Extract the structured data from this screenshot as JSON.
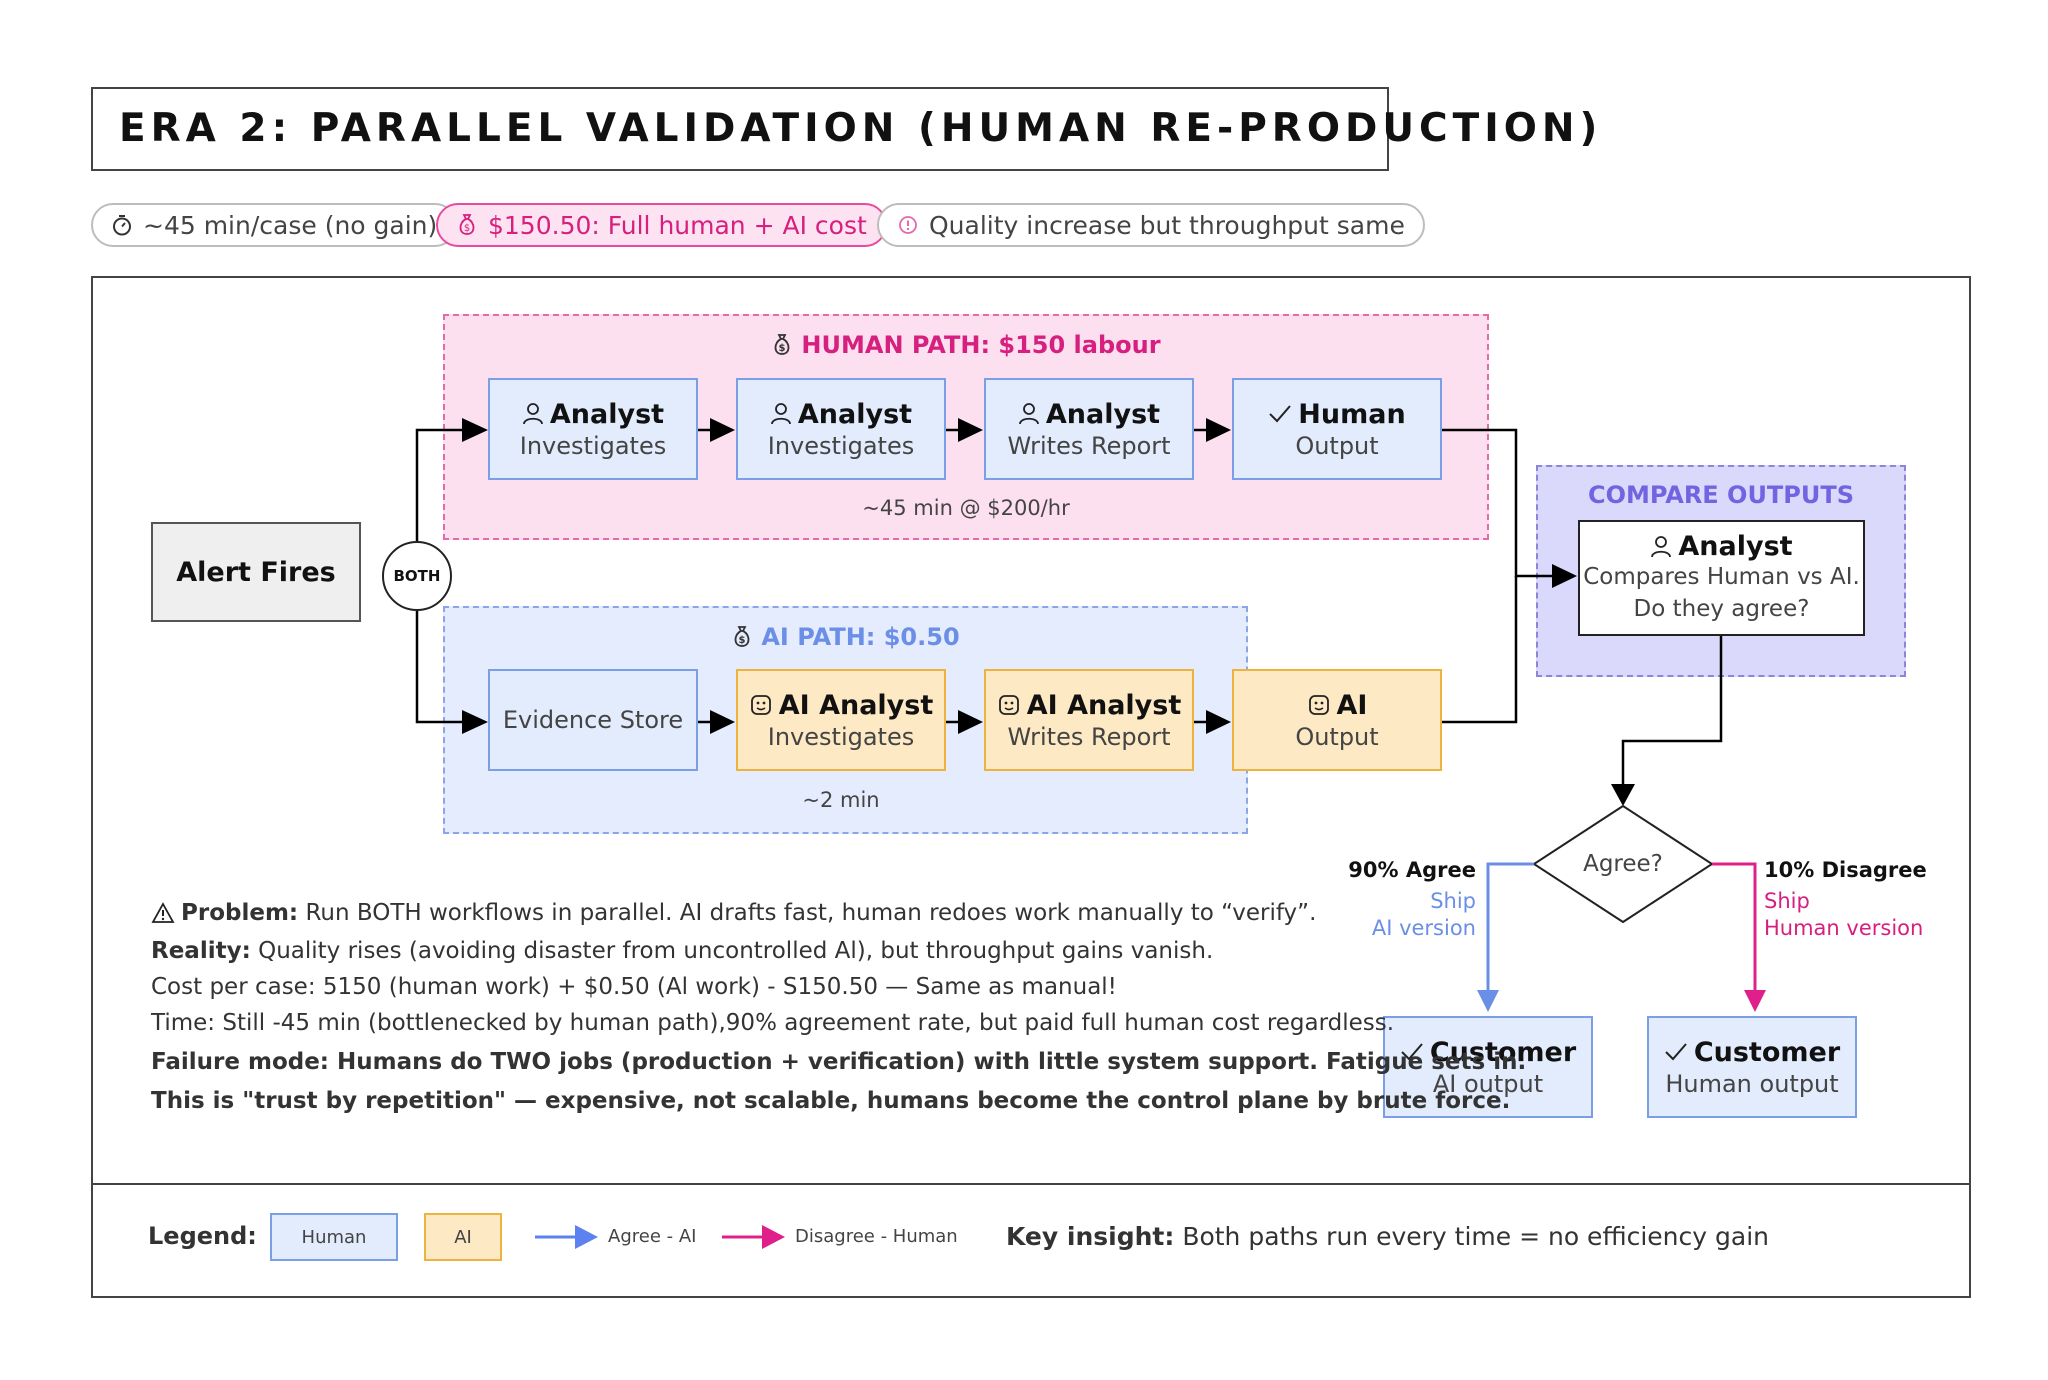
{
  "title": "ERA 2: PARALLEL VALIDATION (HUMAN RE-PRODUCTION)",
  "pills": {
    "time": "~45 min/case (no gain)",
    "cost": "$150.50: Full human + AI cost",
    "quality": "Quality increase but throughput same"
  },
  "alert": "Alert Fires",
  "both": "BOTH",
  "human_path": {
    "title": "HUMAN PATH: $150 labour",
    "note": "~45 min @ $200/hr",
    "nodes": [
      {
        "head": "Analyst",
        "sub": "Investigates"
      },
      {
        "head": "Analyst",
        "sub": "Investigates"
      },
      {
        "head": "Analyst",
        "sub": "Writes Report"
      },
      {
        "head": "Human",
        "sub": "Output"
      }
    ]
  },
  "ai_path": {
    "title": "AI PATH: $0.50",
    "note": "~2 min",
    "nodes": [
      {
        "head": "",
        "sub": "Evidence Store"
      },
      {
        "head": "AI Analyst",
        "sub": "Investigates"
      },
      {
        "head": "AI Analyst",
        "sub": "Writes Report"
      },
      {
        "head": "AI",
        "sub": "Output"
      }
    ]
  },
  "compare": {
    "title": "COMPARE OUTPUTS",
    "head": "Analyst",
    "line1": "Compares Human vs AI.",
    "line2": "Do they agree?"
  },
  "decision": {
    "label": "Agree?",
    "agree_label": "90% Agree",
    "agree_ship1": "Ship",
    "agree_ship2": "AI version",
    "disagree_label": "10% Disagree",
    "disagree_ship1": "Ship",
    "disagree_ship2": "Human version"
  },
  "customers": [
    {
      "head": "Customer",
      "sub": "AI output"
    },
    {
      "head": "Customer",
      "sub": "Human output"
    }
  ],
  "notes": {
    "problem_label": "Problem:",
    "problem_text": "Run BOTH workflows in parallel. AI drafts fast, human redoes work manually to “verify”.",
    "reality_label": "Reality:",
    "reality_text": "Quality rises (avoiding disaster from uncontrolled Al), but throughput gains vanish.",
    "cost_line": "Cost per case: 5150 (human work) + $0.50 (Al work) - S150.50 — Same as manual!",
    "time_line": "Time: Still -45 min (bottlenecked by human path),90% agreement rate, but paid full human cost regardless.",
    "failure_line": "Failure mode: Humans do TWO jobs (production + verification) with little system support. Fatigue sets in.",
    "trust_line": "This is \"trust by repetition\" — expensive, not scalable, humans become the control plane by brute force."
  },
  "legend": {
    "title": "Legend:",
    "human": "Human",
    "ai": "AI",
    "agree": "Agree - AI",
    "disagree": "Disagree - Human",
    "insight_label": "Key insight:",
    "insight_text": "Both paths run every time = no efficiency gain"
  },
  "colors": {
    "human_fill": "#e3ecfd",
    "human_border": "#7b9fe6",
    "ai_fill": "#fde9c3",
    "ai_border": "#eeb23f",
    "pink": "#d61f7e",
    "blue": "#6b8fe6",
    "purple": "#7264e0"
  }
}
